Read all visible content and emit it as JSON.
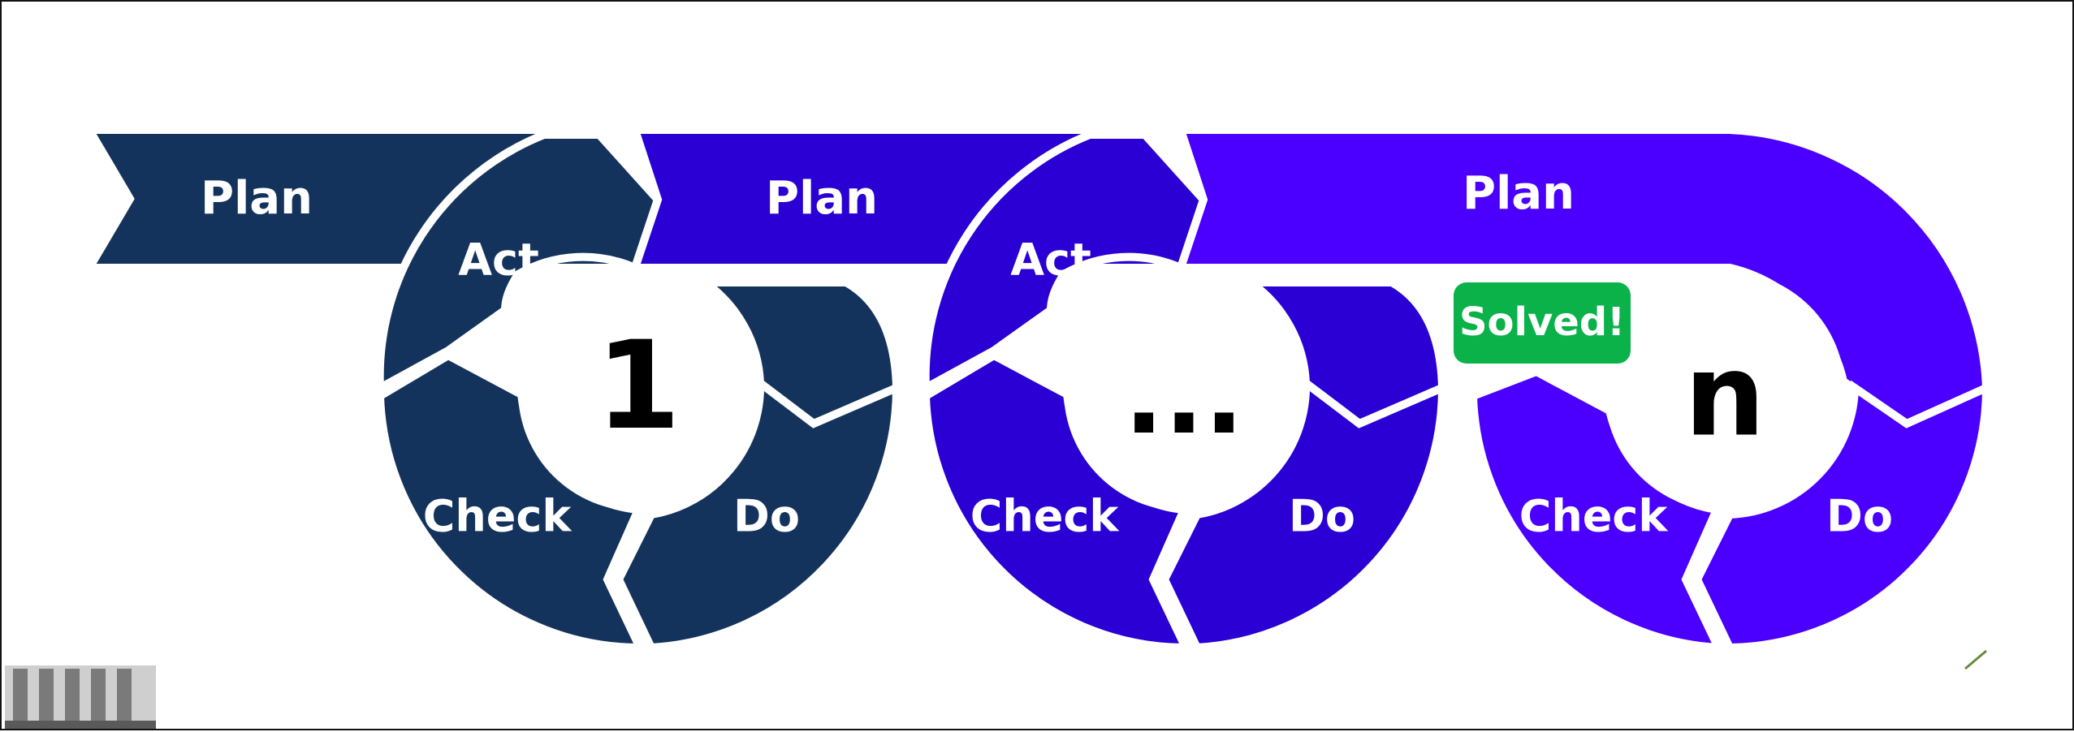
{
  "colors": {
    "cycle_1": "#14335c",
    "cycle_2": "#2a00d4",
    "cycle_3": "#4b00ff",
    "solved_badge": "#0bb24a",
    "background": "#ffffff",
    "number_text": "#000000"
  },
  "cycles": [
    {
      "number": "1",
      "plan": "Plan",
      "act": "Act",
      "check": "Check",
      "do": "Do"
    },
    {
      "number": "...",
      "plan": "Plan",
      "act": "Act",
      "check": "Check",
      "do": "Do"
    },
    {
      "number": "n",
      "plan": "Plan",
      "check": "Check",
      "do": "Do",
      "status": "Solved!"
    }
  ],
  "decorations": {
    "corner_logo": "building-columns-icon"
  }
}
